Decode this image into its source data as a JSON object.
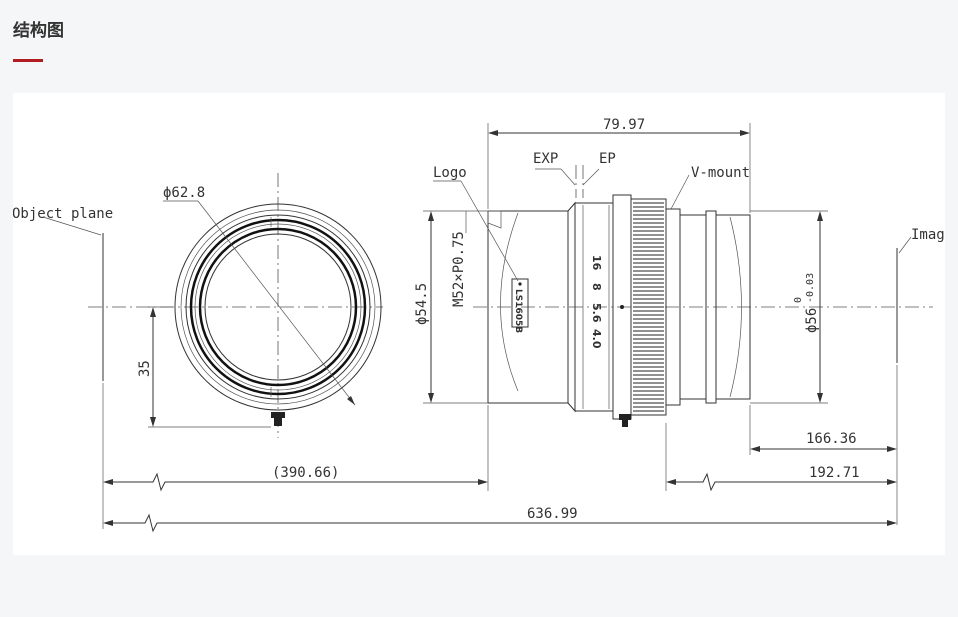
{
  "section": {
    "title": "结构图",
    "accent_color": "#b01e23"
  },
  "drawing": {
    "labels": {
      "logo": "Logo",
      "object_plane": "Object plane",
      "image": "Image",
      "exp": "EXP",
      "ep": "EP",
      "v_mount": "V-mount",
      "model": "LS1605B"
    },
    "dimensions": {
      "outer_diameter": "ϕ62.8",
      "body_length": "79.97",
      "thread": "M52×P0.75",
      "body_diameter": "ϕ54.5",
      "mount_diameter": "ϕ56",
      "mount_tol_upper": "0",
      "mount_tol_lower": "-0.03",
      "knob_height": "35",
      "object_distance": "(390.66)",
      "back_166": "166.36",
      "back_192": "192.71",
      "total_length": "636.99"
    },
    "aperture_scale": [
      "16",
      "8",
      "5.6",
      "4.0"
    ]
  }
}
